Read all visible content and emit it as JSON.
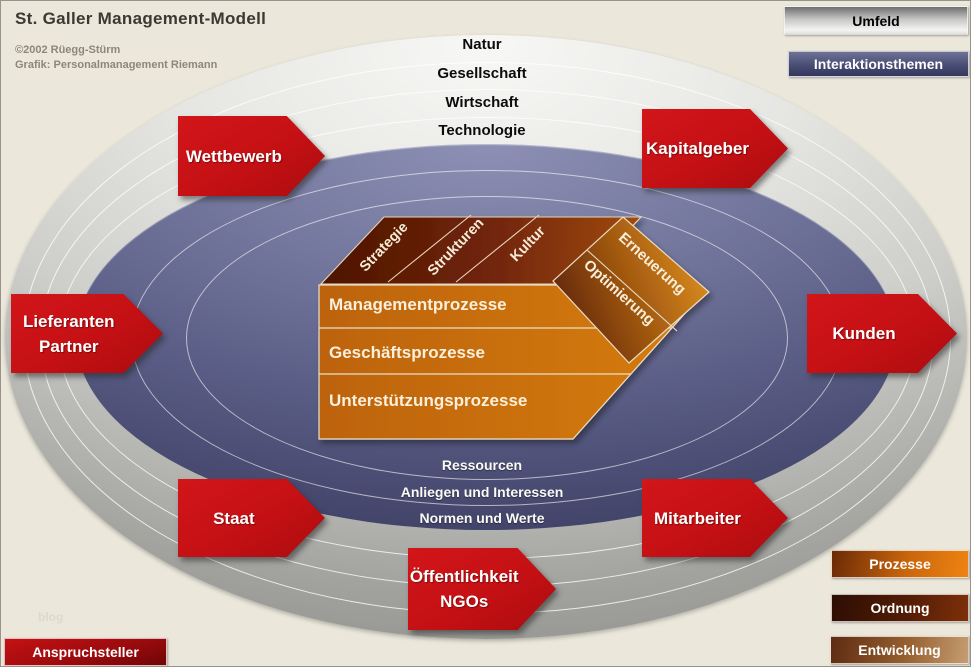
{
  "header": {
    "title": "St. Galler Management-Modell",
    "copyright": "©2002 Rüegg-Stürm",
    "credit": "Grafik: Personalmanagement Riemann",
    "watermark": "blog"
  },
  "environment_spheres": [
    "Natur",
    "Gesellschaft",
    "Wirtschaft",
    "Technologie"
  ],
  "interaction_themes": [
    "Ressourcen",
    "Anliegen und Interessen",
    "Normen und Werte"
  ],
  "stakeholders": [
    {
      "id": "wettbewerb",
      "lines": [
        "Wettbewerb"
      ]
    },
    {
      "id": "kapitalgeber",
      "lines": [
        "Kapitalgeber"
      ]
    },
    {
      "id": "lieferanten-partner",
      "lines": [
        "Lieferanten",
        "Partner"
      ]
    },
    {
      "id": "kunden",
      "lines": [
        "Kunden"
      ]
    },
    {
      "id": "staat",
      "lines": [
        "Staat"
      ]
    },
    {
      "id": "mitarbeiter",
      "lines": [
        "Mitarbeiter"
      ]
    },
    {
      "id": "oeffentlichkeit-ngos",
      "lines": [
        "Öffentlichkeit",
        "NGOs"
      ]
    }
  ],
  "processes": {
    "rows": [
      "Managementprozesse",
      "Geschäftsprozesse",
      "Unterstützungsprozesse"
    ],
    "order_moments": [
      "Strategie",
      "Strukturen",
      "Kultur"
    ],
    "development_modes": [
      "Erneuerung",
      "Optimierung"
    ]
  },
  "legend": {
    "umfeld": "Umfeld",
    "interaktionsthemen": "Interaktionsthemen",
    "prozesse": "Prozesse",
    "ordnung": "Ordnung",
    "entwicklung": "Entwicklung",
    "anspruchsteller": "Anspruchsteller"
  },
  "colors": {
    "background": "#ebe7db",
    "environment_gray": "#b5b5b1",
    "interaction_purple": "#575a82",
    "stakeholder_red": "#c41014",
    "process_orange": "#ca7110",
    "order_brown": "#5c1f06",
    "development_tan": "#c59d72",
    "anspruch_darkred": "#9c0b0e"
  }
}
